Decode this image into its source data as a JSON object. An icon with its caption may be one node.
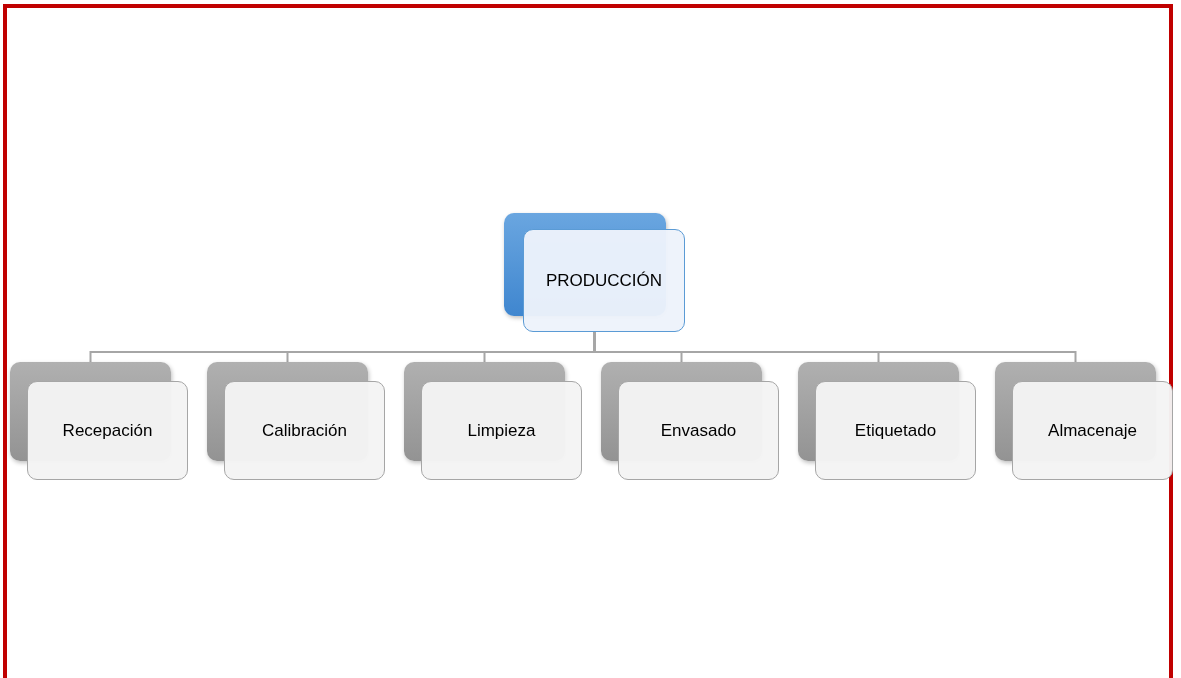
{
  "diagram": {
    "nodes": [
      {
        "text": [
          "PRODUCCIÓN"
        ]
      },
      {
        "text": [
          "Recepación"
        ]
      },
      {
        "text": [
          "Calibración"
        ]
      },
      {
        "text": [
          "Limpieza"
        ]
      },
      {
        "text": [
          "Envasado"
        ]
      },
      {
        "text": [
          "Etiquetado"
        ]
      },
      {
        "text": [
          "Almacenaje"
        ]
      }
    ],
    "edges": [
      {
        "from": 0,
        "to": 1,
        "arrow": "none"
      },
      {
        "from": 0,
        "to": 2,
        "arrow": "none"
      },
      {
        "from": 0,
        "to": 3,
        "arrow": "none"
      },
      {
        "from": 0,
        "to": 4,
        "arrow": "none"
      },
      {
        "from": 0,
        "to": 5,
        "arrow": "none"
      },
      {
        "from": 0,
        "to": 6,
        "arrow": "none"
      }
    ]
  }
}
